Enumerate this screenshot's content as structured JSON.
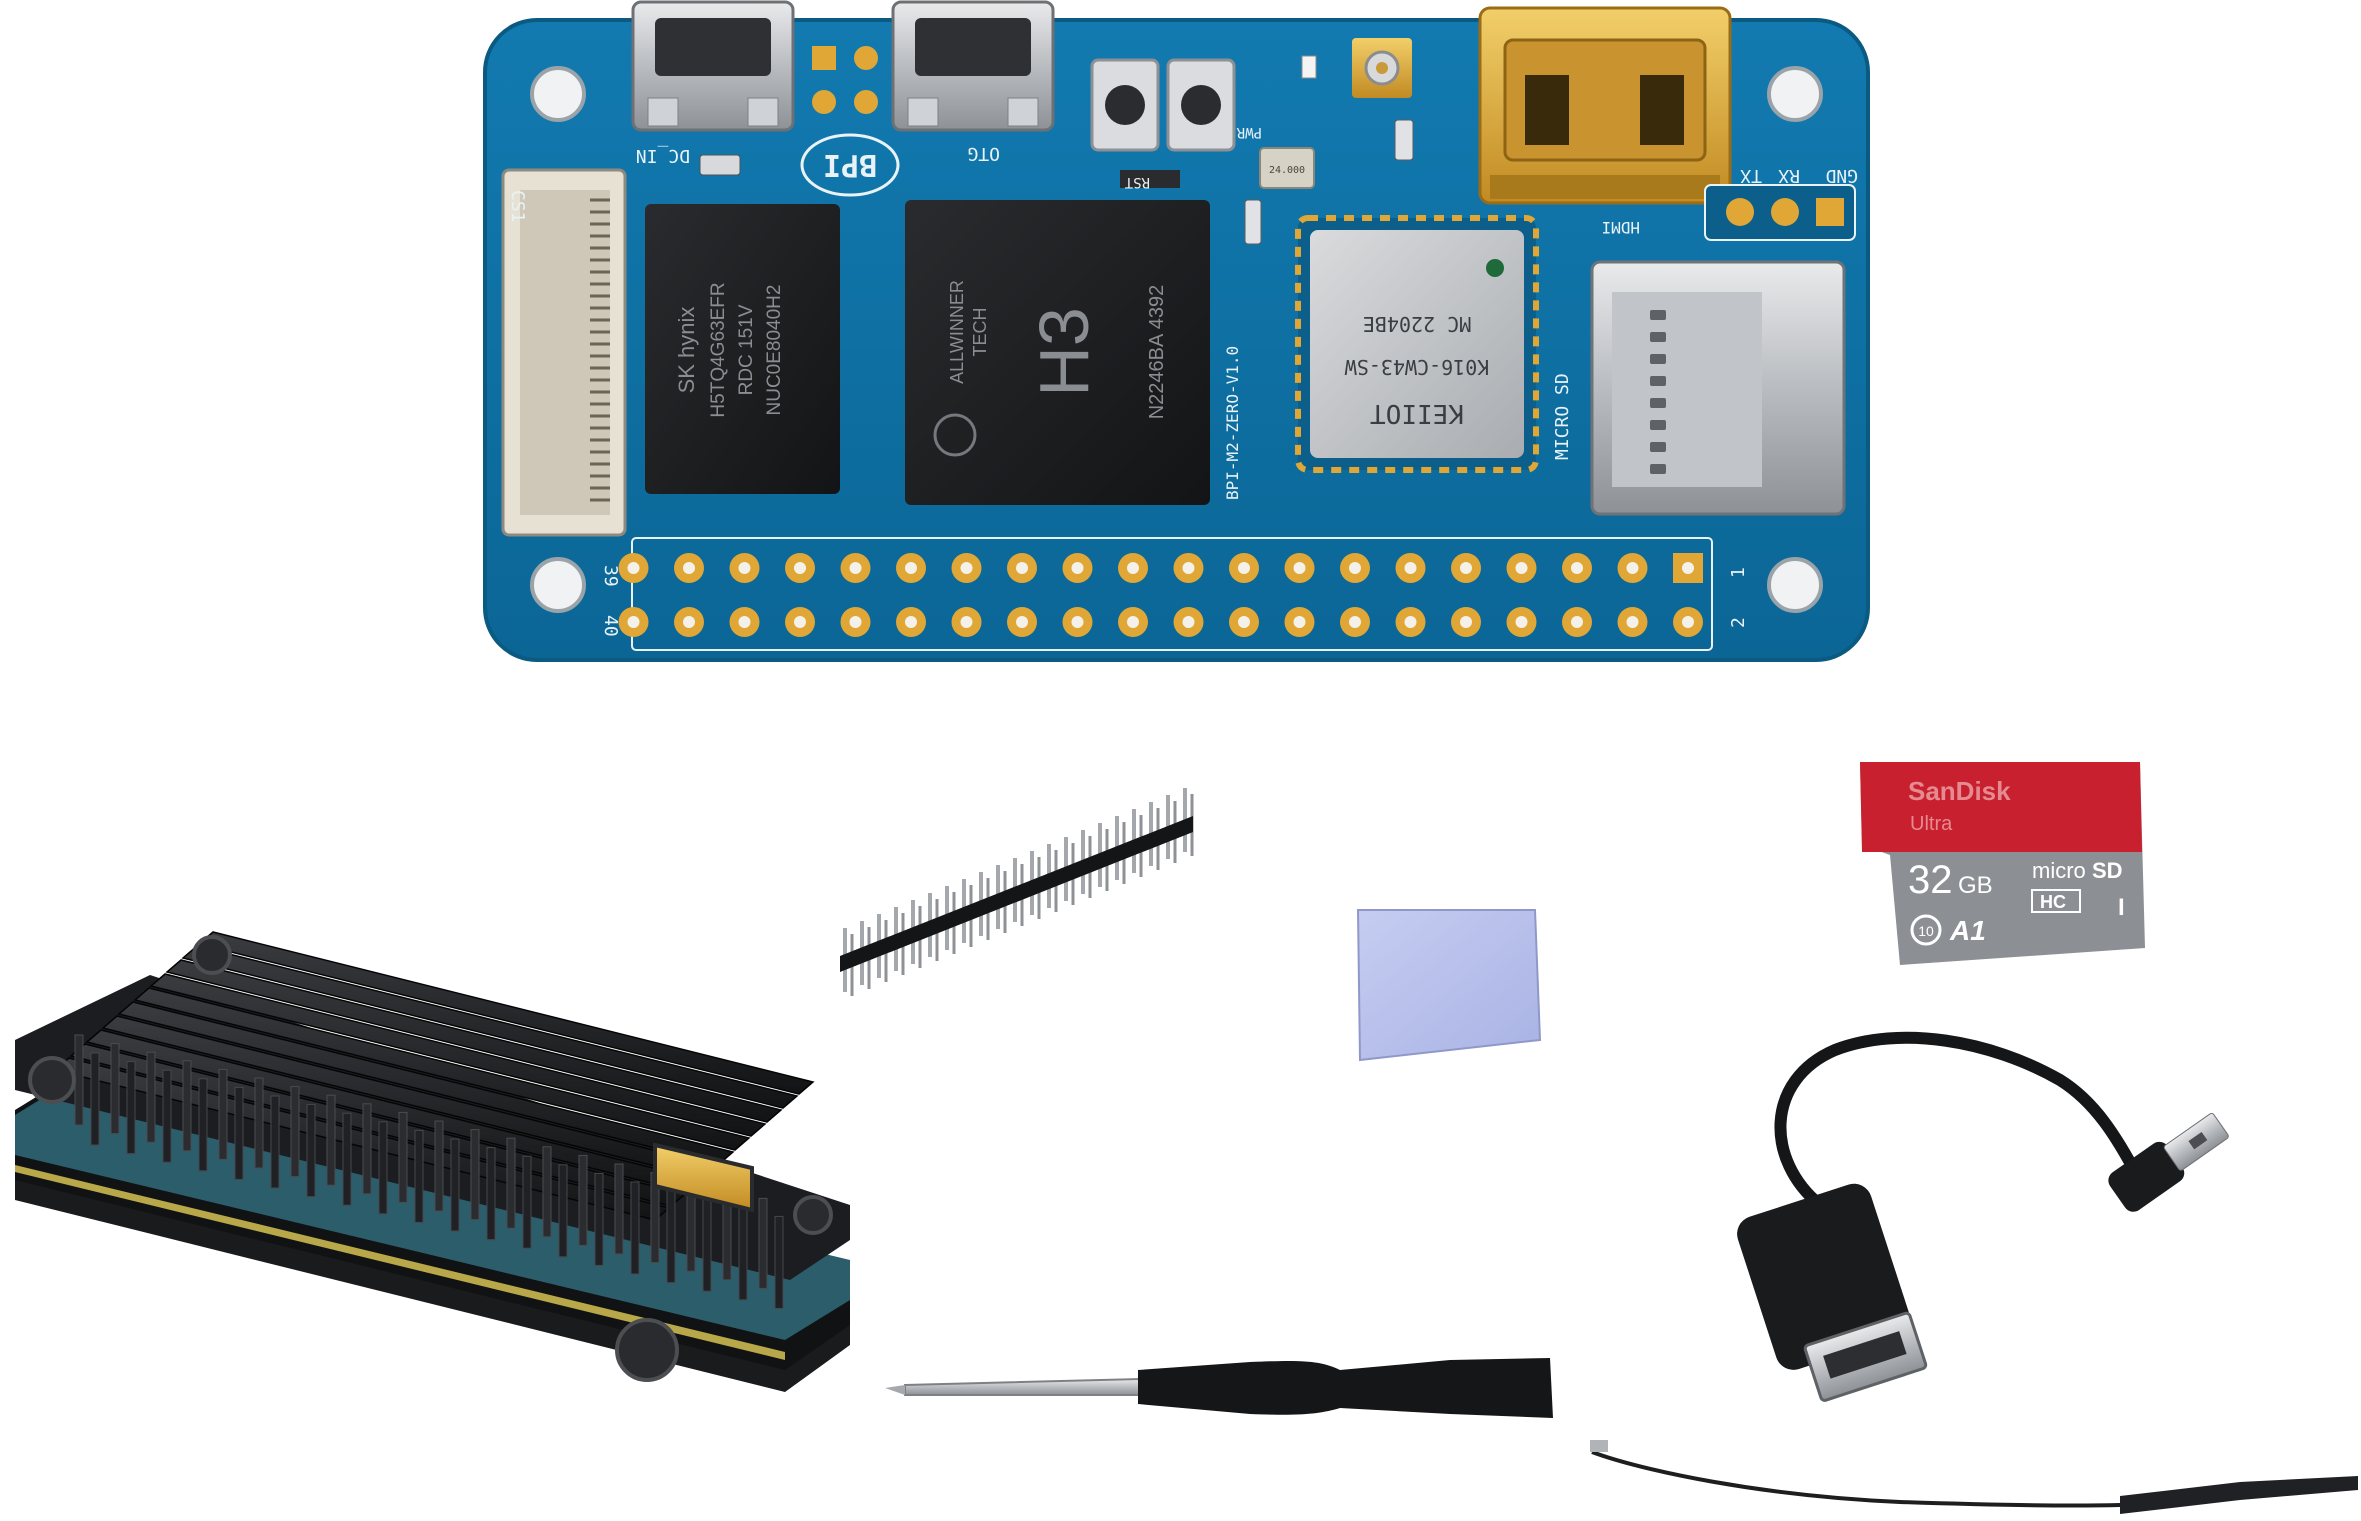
{
  "board": {
    "silkscreen": {
      "cs1": "CS1",
      "dc_in": "DC_IN",
      "otg": "OTG",
      "bpi_logo": "BPI",
      "rst": "RST",
      "pwr": "PWR",
      "hdmi": "HDMI",
      "tx": "TX",
      "rx": "RX",
      "gnd": "GND",
      "micro_sd": "MICRO SD",
      "board_id": "BPI-M2-ZERO-V1.0",
      "pin_39": "39",
      "pin_40": "40",
      "pin_1": "1",
      "pin_2": "2"
    },
    "ram": {
      "brand": "SK hynix",
      "line1": "H5TQ4G63EFR",
      "line2": "RDC   151V",
      "line3": "NUC0E8040H2"
    },
    "soc": {
      "brand_line1": "ALLWINNER",
      "brand_line2": "TECH",
      "model": "H3",
      "code": "N2246BA 4392"
    },
    "wifi_module": {
      "brand": "KEIIOT",
      "line1": "K016-CW43-SW",
      "line2": "MC 2204BE"
    },
    "crystal": "24.000",
    "header_pin_count": 40
  },
  "sd_card": {
    "brand": "SanDisk",
    "line": "Ultra",
    "capacity": "32",
    "capacity_unit": "GB",
    "micro": "micro",
    "sd_logo": "SD",
    "hc": "HC",
    "class_mark": "I",
    "speed_class": "10",
    "app_class": "A1",
    "colors": {
      "top": "#c8202e",
      "bottom": "#8c8f93"
    }
  },
  "colors": {
    "pcb": "#0f6e9c",
    "pcb_edge": "#0a5a82",
    "gold": "#e0a736",
    "heatsink": "#1c1d20",
    "thermal_pad": "#b9c3ec"
  },
  "items": {
    "board": "banana-pi-m2-zero-board",
    "case": "aluminum-heatsink-case",
    "header": "40-pin-male-header",
    "pad": "thermal-pad",
    "card": "micro-sd-card",
    "otg": "usb-otg-cable",
    "screwdriver": "screwdriver",
    "antenna": "wifi-antenna"
  }
}
